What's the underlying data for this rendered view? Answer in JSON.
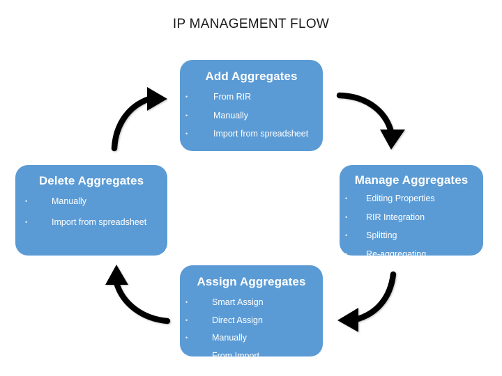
{
  "diagram": {
    "title": "IP MANAGEMENT FLOW",
    "type": "cycle-flow",
    "colors": {
      "node_fill": "#5B9BD5",
      "node_text": "#FFFFFF",
      "arrow": "#000000",
      "title_text": "#1A1A1A",
      "background": "#FFFFFF"
    },
    "nodes": [
      {
        "id": "add",
        "title": "Add Aggregates",
        "bullets": [
          "From RIR",
          "Manually",
          "Import from spreadsheet"
        ]
      },
      {
        "id": "manage",
        "title": "Manage Aggregates",
        "bullets": [
          "Editing Properties",
          "RIR Integration",
          "Splitting",
          "Re-aggregating"
        ]
      },
      {
        "id": "assign",
        "title": "Assign Aggregates",
        "bullets": [
          "Smart Assign",
          "Direct Assign",
          "Manually",
          "From Import"
        ]
      },
      {
        "id": "delete",
        "title": "Delete Aggregates",
        "bullets": [
          "Manually",
          "Import from spreadsheet"
        ]
      }
    ],
    "arrows": [
      {
        "id": "add-to-manage",
        "from": "add",
        "to": "manage",
        "direction": "down-right"
      },
      {
        "id": "manage-to-assign",
        "from": "manage",
        "to": "assign",
        "direction": "down-left"
      },
      {
        "id": "assign-to-delete",
        "from": "assign",
        "to": "delete",
        "direction": "up-left"
      },
      {
        "id": "delete-to-add",
        "from": "delete",
        "to": "add",
        "direction": "up-right"
      }
    ],
    "bullet_glyph": "•"
  }
}
